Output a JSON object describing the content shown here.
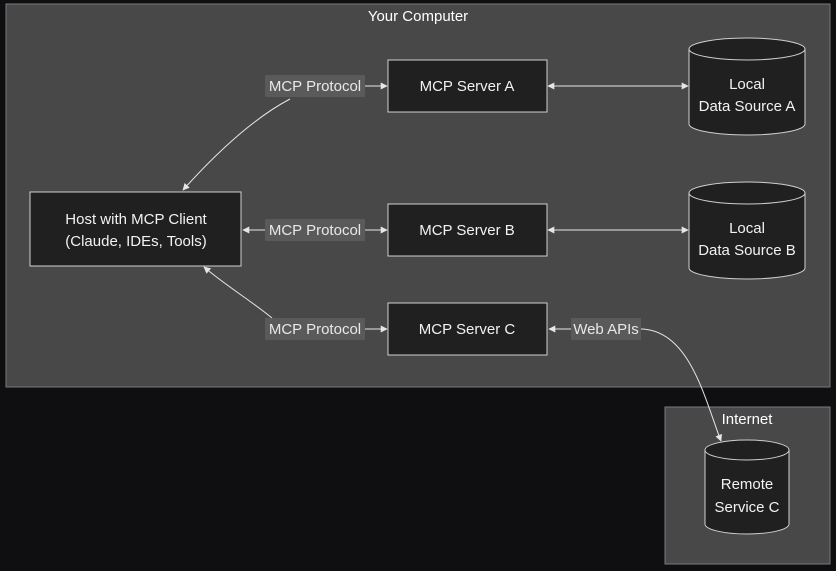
{
  "clusters": {
    "your_computer": {
      "title": "Your Computer"
    },
    "internet": {
      "title": "Internet"
    }
  },
  "nodes": {
    "host": {
      "line1": "Host with MCP Client",
      "line2": "(Claude, IDEs, Tools)"
    },
    "server_a": {
      "label": "MCP Server A"
    },
    "server_b": {
      "label": "MCP Server B"
    },
    "server_c": {
      "label": "MCP Server C"
    },
    "data_a": {
      "line1": "Local",
      "line2": "Data Source A"
    },
    "data_b": {
      "line1": "Local",
      "line2": "Data Source B"
    },
    "remote_c": {
      "line1": "Remote",
      "line2": "Service C"
    }
  },
  "edges": {
    "host_a": {
      "label": "MCP Protocol"
    },
    "host_b": {
      "label": "MCP Protocol"
    },
    "host_c": {
      "label": "MCP Protocol"
    },
    "c_remote": {
      "label": "Web APIs"
    }
  },
  "colors": {
    "page_background": "#0f0f11",
    "cluster_fill": "#474847",
    "node_fill": "#1f201f",
    "node_stroke": "#cfcfcf",
    "edge": "#e6e6e6",
    "label_background": "#5c5c5c"
  }
}
